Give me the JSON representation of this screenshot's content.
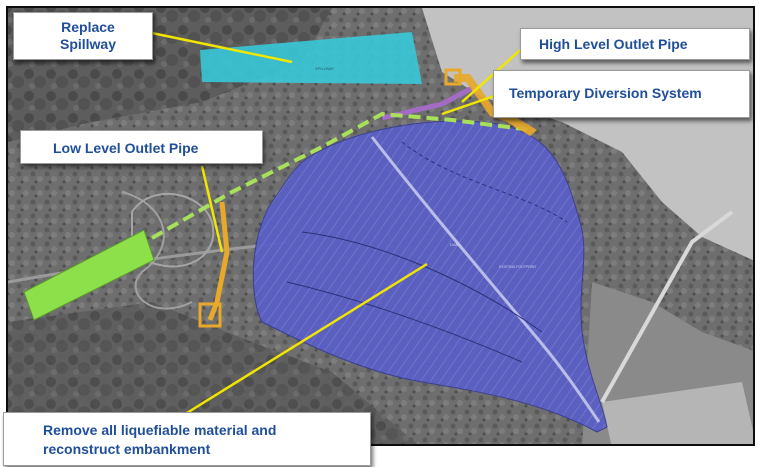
{
  "colors": {
    "callout_text": "#1f4e9a",
    "leader_line": "#f2e600",
    "spillway_fill": "#38c8d8",
    "embankment_fill": "#5a5fc4",
    "outlet_pipe": "#e8a82a",
    "diversion_line": "#a7e05a",
    "high_level_line": "#a46bc6",
    "reconstruct_block": "#8ee04a",
    "water": "#bcbcbc"
  },
  "callouts": {
    "replace_spillway": [
      "Replace",
      "Spillway"
    ],
    "high_level_outlet_pipe": "High Level Outlet Pipe",
    "temporary_diversion_system": "Temporary Diversion System",
    "low_level_outlet_pipe": "Low Level Outlet Pipe",
    "remove_material": [
      "Remove all liquefiable material and",
      "reconstruct embankment"
    ]
  },
  "map_labels": {
    "spillway_label": "SPILLWAY",
    "dam_label": "DAM",
    "footprint_label": "EXISTING FOOTPRINT"
  }
}
